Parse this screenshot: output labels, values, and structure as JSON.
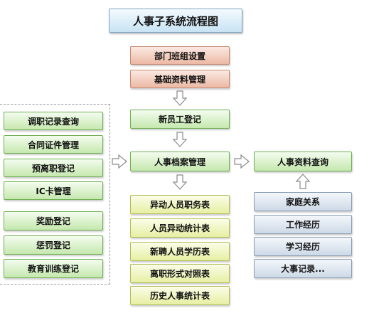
{
  "title": "人事子系统流程图",
  "main_flow": {
    "dept_setup": "部门班组设置",
    "basic_data": "基础资料管理",
    "new_employee": "新员工登记",
    "hr_archive": "人事档案管理",
    "hr_query": "人事资料查询"
  },
  "left_group": [
    "调职记录查询",
    "合同证件管理",
    "预离职登记",
    "IC卡管理",
    "奖励登记",
    "惩罚登记",
    "教育训练登记"
  ],
  "reports": [
    "异动人员职务表",
    "人员异动统计表",
    "新聘人员学历表",
    "离职形式对照表",
    "历史人事统计表"
  ],
  "query_details": [
    "家庭关系",
    "工作经历",
    "学习经历",
    "大事记录..."
  ]
}
